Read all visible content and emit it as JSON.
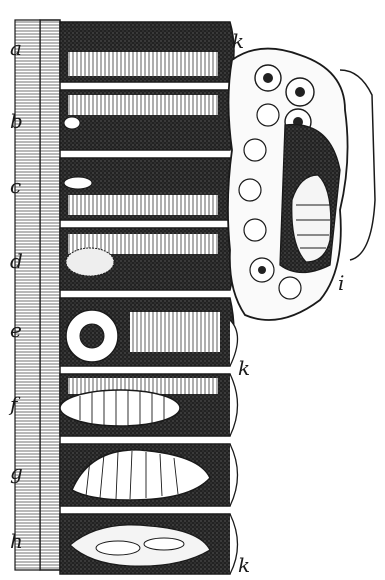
{
  "figure": {
    "row_labels": [
      "a",
      "b",
      "c",
      "d",
      "e",
      "f",
      "g",
      "h"
    ],
    "cap_labels": [
      "k",
      "k",
      "k"
    ],
    "inset_label": "i"
  },
  "colors": {
    "ink": "#1a1a1a",
    "paper": "#ffffff"
  }
}
